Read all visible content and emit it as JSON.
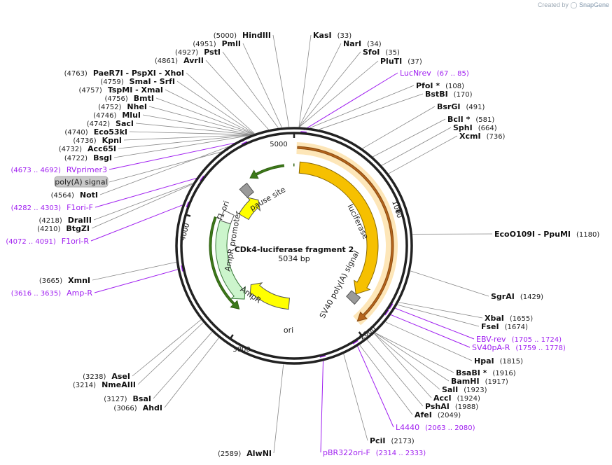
{
  "credit": {
    "prefix": "Created by",
    "brand": "SnapGene"
  },
  "map": {
    "title": "CDk4-luciferase fragment 2",
    "size": "5034 bp"
  },
  "ticks": [
    "5000",
    "1000",
    "2000",
    "3000",
    "4000"
  ],
  "features": [
    {
      "label": "luciferase",
      "color": "#f6c000"
    },
    {
      "label": "SV40 poly(A) signal",
      "color": "#9a9a9a"
    },
    {
      "label": "ori",
      "color": "#ffff00"
    },
    {
      "label": "AmpR",
      "color": "#ccf5cc"
    },
    {
      "label": "AmpR promoter",
      "color": "#ffffff"
    },
    {
      "label": "f1 ori",
      "color": "#ffff00"
    },
    {
      "label": "pause site",
      "color": "#9a9a9a"
    }
  ],
  "enzymes_right": [
    {
      "name": "KasI",
      "pos": "(33)"
    },
    {
      "name": "NarI",
      "pos": "(34)"
    },
    {
      "name": "SfoI",
      "pos": "(35)"
    },
    {
      "name": "PluTI",
      "pos": "(37)"
    },
    {
      "name": "PfoI *",
      "pos": "(108)"
    },
    {
      "name": "BstBI",
      "pos": "(170)"
    },
    {
      "name": "BsrGI",
      "pos": "(491)"
    },
    {
      "name": "BclI *",
      "pos": "(581)"
    },
    {
      "name": "SphI",
      "pos": "(664)"
    },
    {
      "name": "XcmI",
      "pos": "(736)"
    },
    {
      "name": "EcoO109I   - PpuMI",
      "pos": "(1180)"
    },
    {
      "name": "SgrAI",
      "pos": "(1429)"
    },
    {
      "name": "XbaI",
      "pos": "(1655)"
    },
    {
      "name": "FseI",
      "pos": "(1674)"
    },
    {
      "name": "HpaI",
      "pos": "(1815)"
    },
    {
      "name": "BsaBI *",
      "pos": "(1916)"
    },
    {
      "name": "BamHI",
      "pos": "(1917)"
    },
    {
      "name": "SalI",
      "pos": "(1923)"
    },
    {
      "name": "AccI",
      "pos": "(1924)"
    },
    {
      "name": "PshAI",
      "pos": "(1988)"
    },
    {
      "name": "AfeI",
      "pos": "(2049)"
    },
    {
      "name": "PciI",
      "pos": "(2173)"
    }
  ],
  "enzymes_left": [
    {
      "name": "HindIII",
      "pos": "(5000)"
    },
    {
      "name": "PmlI",
      "pos": "(4951)"
    },
    {
      "name": "PstI",
      "pos": "(4927)"
    },
    {
      "name": "AvrII",
      "pos": "(4861)"
    },
    {
      "name": "PaeR7I   - PspXI   - XhoI",
      "pos": "(4763)"
    },
    {
      "name": "SmaI   - SrfI",
      "pos": "(4759)"
    },
    {
      "name": "TspMI   - XmaI",
      "pos": "(4757)"
    },
    {
      "name": "BmtI",
      "pos": "(4756)"
    },
    {
      "name": "NheI",
      "pos": "(4752)"
    },
    {
      "name": "MluI",
      "pos": "(4746)"
    },
    {
      "name": "SacI",
      "pos": "(4742)"
    },
    {
      "name": "Eco53kI",
      "pos": "(4740)"
    },
    {
      "name": "KpnI",
      "pos": "(4736)"
    },
    {
      "name": "Acc65I",
      "pos": "(4732)"
    },
    {
      "name": "BsgI",
      "pos": "(4722)"
    },
    {
      "name": "NotI",
      "pos": "(4564)"
    },
    {
      "name": "DraIII",
      "pos": "(4218)"
    },
    {
      "name": "BtgZI",
      "pos": "(4210)"
    },
    {
      "name": "XmnI",
      "pos": "(3665)"
    },
    {
      "name": "AseI",
      "pos": "(3238)"
    },
    {
      "name": "NmeAIII",
      "pos": "(3214)"
    },
    {
      "name": "BsaI",
      "pos": "(3127)"
    },
    {
      "name": "AhdI",
      "pos": "(3066)"
    },
    {
      "name": "AlwNI",
      "pos": "(2589)"
    }
  ],
  "primers_right": [
    {
      "name": "LucNrev",
      "pos": "(67 .. 85)"
    },
    {
      "name": "EBV-rev",
      "pos": "(1705 .. 1724)"
    },
    {
      "name": "SV40pA-R",
      "pos": "(1759 .. 1778)"
    },
    {
      "name": "L4440",
      "pos": "(2063 .. 2080)"
    },
    {
      "name": "pBR322ori-F",
      "pos": "(2314 .. 2333)"
    }
  ],
  "primers_left": [
    {
      "name": "RVprimer3",
      "pos": "(4673 .. 4692)"
    },
    {
      "name": "F1ori-F",
      "pos": "(4282 .. 4303)"
    },
    {
      "name": "F1ori-R",
      "pos": "(4072 .. 4091)"
    },
    {
      "name": "Amp-R",
      "pos": "(3616 .. 3635)"
    }
  ],
  "polya_badge": "poly(A) signal"
}
